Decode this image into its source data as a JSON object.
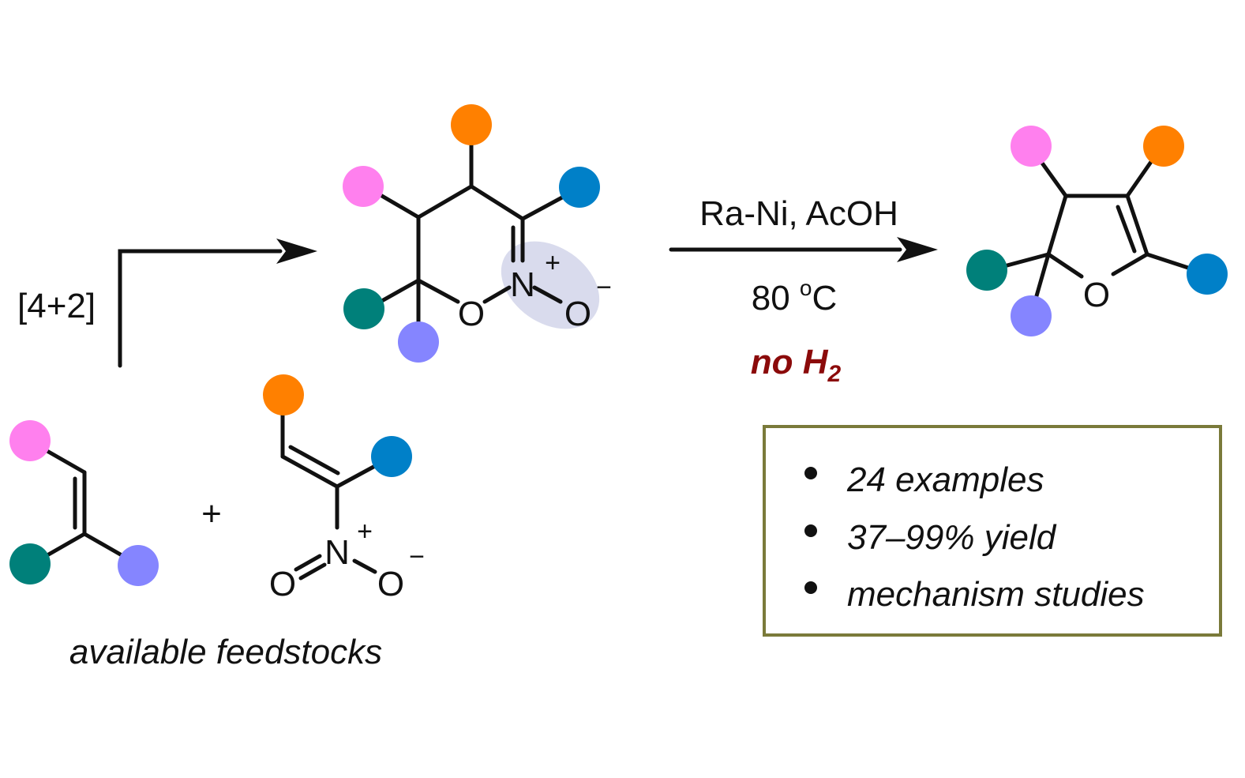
{
  "colors": {
    "pink": "#ff80ee",
    "orange": "#ff8000",
    "blue": "#0080c8",
    "teal": "#00807a",
    "violet": "#8585ff",
    "highlight": "#d9dbed",
    "no_h2": "#8b0a0a",
    "box_border": "#7a7a3a"
  },
  "reaction_type": "[4+2]",
  "plus_sign": "+",
  "feedstocks_label": "available feedstocks",
  "conditions": {
    "reagents": "Ra-Ni, AcOH",
    "temp_value": "80 ",
    "temp_degree": "o",
    "temp_unit": "C",
    "no_h2_prefix": "no H",
    "no_h2_sub": "2"
  },
  "atoms": {
    "N": "N",
    "O": "O",
    "plus": "+",
    "minus": "−"
  },
  "highlights": [
    "24 examples",
    "37–99% yield",
    "mechanism studies"
  ]
}
